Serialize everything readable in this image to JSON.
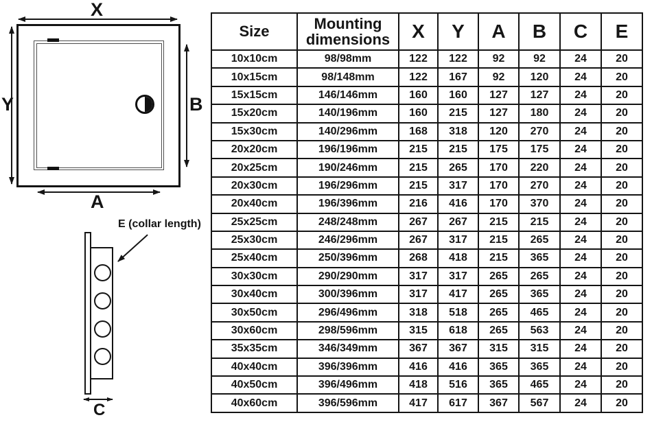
{
  "colors": {
    "line": "#141414",
    "background": "#ffffff"
  },
  "front_view": {
    "width_label": "X",
    "height_label": "Y",
    "door_width_label": "A",
    "door_height_label": "B"
  },
  "side_view": {
    "collar_label": "E (collar length)",
    "depth_label": "C"
  },
  "table": {
    "headers": [
      "Size",
      "Mounting dimensions",
      "X",
      "Y",
      "A",
      "B",
      "C",
      "E"
    ],
    "rows": [
      [
        "10x10cm",
        "98/98mm",
        "122",
        "122",
        "92",
        "92",
        "24",
        "20"
      ],
      [
        "10x15cm",
        "98/148mm",
        "122",
        "167",
        "92",
        "120",
        "24",
        "20"
      ],
      [
        "15x15cm",
        "146/146mm",
        "160",
        "160",
        "127",
        "127",
        "24",
        "20"
      ],
      [
        "15x20cm",
        "140/196mm",
        "160",
        "215",
        "127",
        "180",
        "24",
        "20"
      ],
      [
        "15x30cm",
        "140/296mm",
        "168",
        "318",
        "120",
        "270",
        "24",
        "20"
      ],
      [
        "20x20cm",
        "196/196mm",
        "215",
        "215",
        "175",
        "175",
        "24",
        "20"
      ],
      [
        "20x25cm",
        "190/246mm",
        "215",
        "265",
        "170",
        "220",
        "24",
        "20"
      ],
      [
        "20x30cm",
        "196/296mm",
        "215",
        "317",
        "170",
        "270",
        "24",
        "20"
      ],
      [
        "20x40cm",
        "196/396mm",
        "216",
        "416",
        "170",
        "370",
        "24",
        "20"
      ],
      [
        "25x25cm",
        "248/248mm",
        "267",
        "267",
        "215",
        "215",
        "24",
        "20"
      ],
      [
        "25x30cm",
        "246/296mm",
        "267",
        "317",
        "215",
        "265",
        "24",
        "20"
      ],
      [
        "25x40cm",
        "250/396mm",
        "268",
        "418",
        "215",
        "365",
        "24",
        "20"
      ],
      [
        "30x30cm",
        "290/290mm",
        "317",
        "317",
        "265",
        "265",
        "24",
        "20"
      ],
      [
        "30x40cm",
        "300/396mm",
        "317",
        "417",
        "265",
        "365",
        "24",
        "20"
      ],
      [
        "30x50cm",
        "296/496mm",
        "318",
        "518",
        "265",
        "465",
        "24",
        "20"
      ],
      [
        "30x60cm",
        "298/596mm",
        "315",
        "618",
        "265",
        "563",
        "24",
        "20"
      ],
      [
        "35x35cm",
        "346/349mm",
        "367",
        "367",
        "315",
        "315",
        "24",
        "20"
      ],
      [
        "40x40cm",
        "396/396mm",
        "416",
        "416",
        "365",
        "365",
        "24",
        "20"
      ],
      [
        "40x50cm",
        "396/496mm",
        "418",
        "516",
        "365",
        "465",
        "24",
        "20"
      ],
      [
        "40x60cm",
        "396/596mm",
        "417",
        "617",
        "367",
        "567",
        "24",
        "20"
      ]
    ]
  }
}
